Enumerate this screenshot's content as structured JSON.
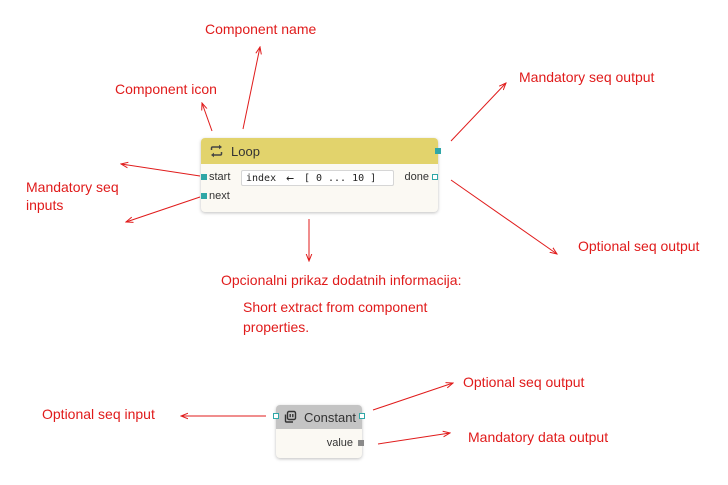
{
  "annotations": {
    "component_name": "Component name",
    "component_icon": "Component icon",
    "mandatory_seq_inputs": "Mandatory seq inputs",
    "mandatory_seq_output": "Mandatory seq output",
    "optional_seq_output_top": "Optional seq output",
    "extra_info_title": "Opcionalni prikaz dodatnih informacija:",
    "extra_info_desc": "Short extract from component properties.",
    "optional_seq_input": "Optional seq input",
    "optional_seq_output_bottom": "Optional seq output",
    "mandatory_data_output": "Mandatory data output"
  },
  "loop_component": {
    "icon": "loop-arrows-icon",
    "name": "Loop",
    "inputs": [
      "start",
      "next"
    ],
    "output": "done",
    "extract": {
      "variable": "index",
      "arrow": "←",
      "range": "[ 0 ... 10 ]"
    }
  },
  "constant_component": {
    "icon": "constant-copy-icon",
    "name": "Constant",
    "output": "value"
  },
  "colors": {
    "annotation": "#e01b1b",
    "loop_header": "#e2d36c",
    "constant_header": "#c4c4c4",
    "seq_port": "#2fa7a7",
    "data_port": "#8a8a8a"
  }
}
